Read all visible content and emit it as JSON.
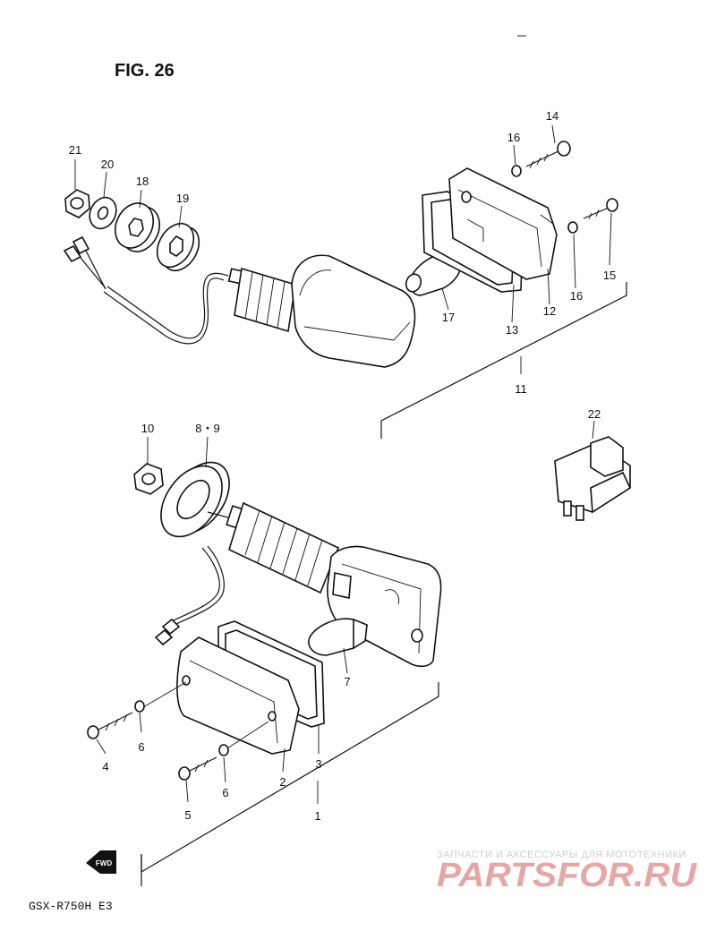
{
  "figure": {
    "title": "FIG. 26",
    "model": "GSX-R750H  E3"
  },
  "watermark": {
    "caption": "ЗАПЧАСТИ И АКСЕССУАРЫ ДЛЯ МОТОТЕХНИКИ",
    "site": "PARTSFOR.RU"
  },
  "direction_arrow": {
    "label": "FWD"
  },
  "labels": {
    "p1": "1",
    "p2": "2",
    "p3": "3",
    "p4": "4",
    "p5": "5",
    "p6a": "6",
    "p6b": "6",
    "p7": "7",
    "p8_9": "8・9",
    "p10": "10",
    "p11": "11",
    "p12": "12",
    "p13": "13",
    "p14": "14",
    "p15": "15",
    "p16a": "16",
    "p16b": "16",
    "p17": "17",
    "p18": "18",
    "p19": "19",
    "p20": "20",
    "p21": "21",
    "p22": "22"
  }
}
